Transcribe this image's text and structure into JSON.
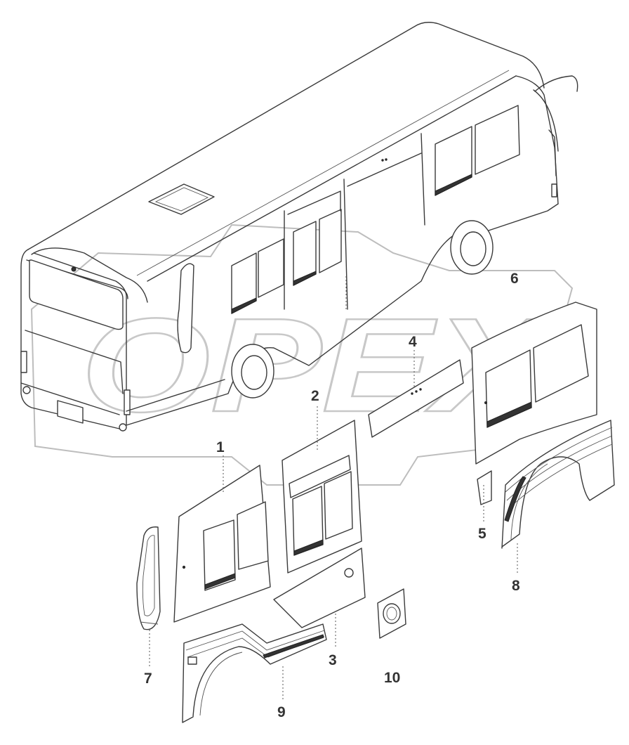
{
  "diagram": {
    "watermark": "OPEX",
    "callouts": [
      {
        "id": "callout-1",
        "text": "1"
      },
      {
        "id": "callout-2",
        "text": "2"
      },
      {
        "id": "callout-3",
        "text": "3"
      },
      {
        "id": "callout-4",
        "text": "4"
      },
      {
        "id": "callout-5",
        "text": "5"
      },
      {
        "id": "callout-6",
        "text": "6"
      },
      {
        "id": "callout-7",
        "text": "7"
      },
      {
        "id": "callout-8",
        "text": "8"
      },
      {
        "id": "callout-9",
        "text": "9"
      },
      {
        "id": "callout-10",
        "text": "10"
      }
    ]
  }
}
